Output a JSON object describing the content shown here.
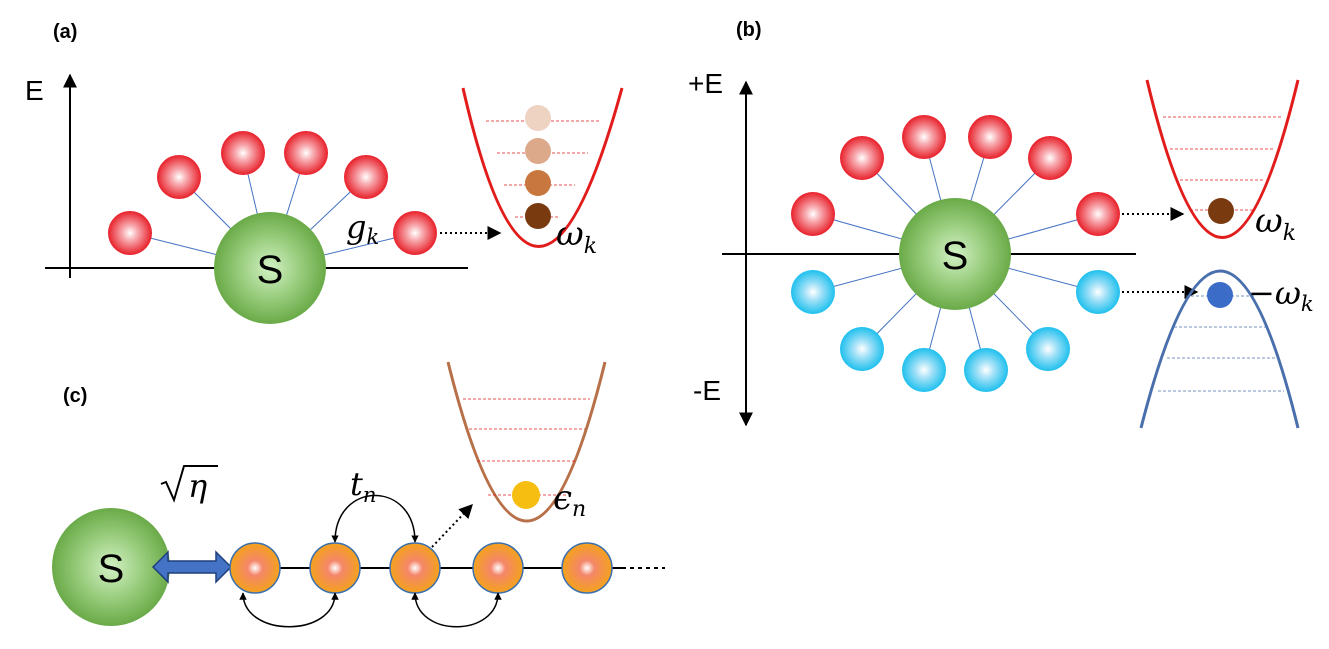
{
  "panels": {
    "a": {
      "label": "(a)",
      "axis_label": "E",
      "system_label": "S",
      "coupling_label": "g",
      "coupling_sub": "k",
      "frequency_label": "ω",
      "frequency_sub": "k"
    },
    "b": {
      "label": "(b)",
      "axis_top_label": "+E",
      "axis_bottom_label": "-E",
      "system_label": "S",
      "freq_pos_label": "ω",
      "freq_pos_sub": "k",
      "freq_neg_label": "−ω",
      "freq_neg_sub": "k"
    },
    "c": {
      "label": "(c)",
      "system_label": "S",
      "coupling_label": "η",
      "hopping_label": "t",
      "hopping_sub": "n",
      "onsite_label": "ϵ",
      "onsite_sub": "n"
    }
  },
  "colors": {
    "bath_mode_red": "#e8202a",
    "bath_mode_blue": "#1ec0ee",
    "system_green": "#6aaa48",
    "chain_site_orange": "#f08a18",
    "well_red": "#e21b1b",
    "well_blue": "#4a6fad",
    "well_brown": "#b87048",
    "occupation_dark": "#7a3a10",
    "occupation_blue": "#3a6cc8",
    "occupation_yellow": "#f7be12",
    "coupling_arrow_blue": "#4472c4"
  }
}
